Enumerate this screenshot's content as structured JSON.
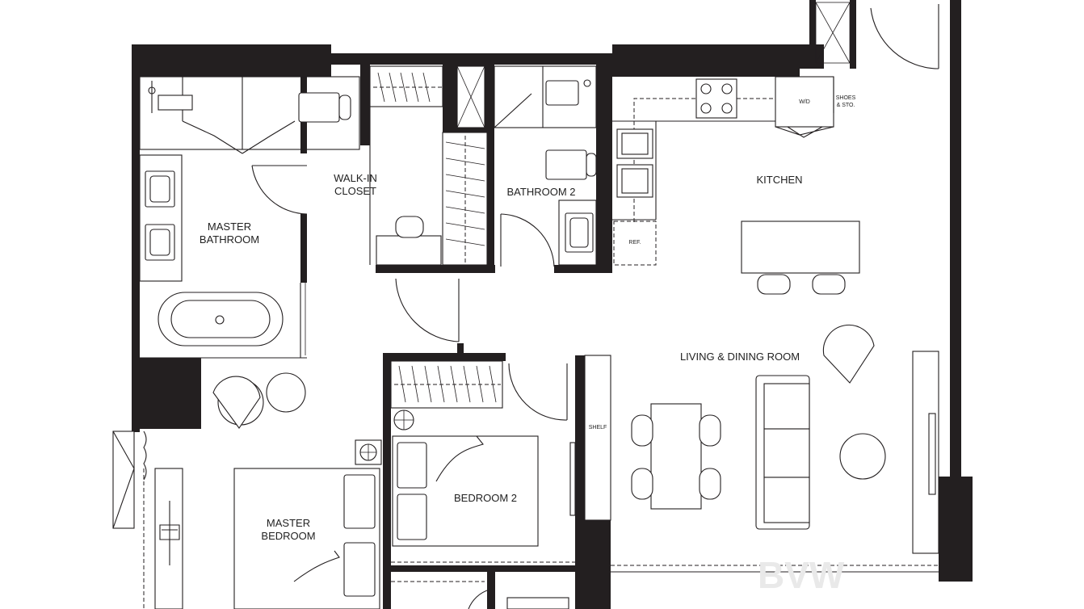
{
  "rooms": {
    "master_bathroom": [
      "MASTER",
      "BATHROOM"
    ],
    "walk_in_closet": [
      "WALK-IN",
      "CLOSET"
    ],
    "bathroom_2": "BATHROOM 2",
    "kitchen": "KITCHEN",
    "living_dining": "LIVING & DINING ROOM",
    "bedroom_2": "BEDROOM 2",
    "master_bedroom": [
      "MASTER",
      "BEDROOM"
    ]
  },
  "fixtures": {
    "washer_dryer": "W/D",
    "shoes_storage": [
      "SHOES",
      "& STO."
    ],
    "refrigerator": "REF.",
    "shelf": "SHELF"
  },
  "watermark": "BVW"
}
